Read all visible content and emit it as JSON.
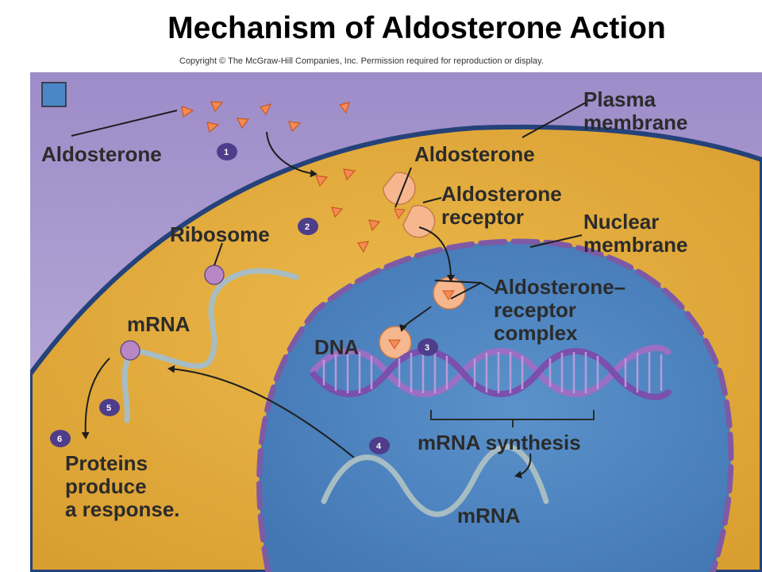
{
  "title": "Mechanism of Aldosterone Action",
  "copyright": "Copyright © The McGraw-Hill Companies, Inc. Permission required for reproduction or display.",
  "labels": {
    "aldosterone_outside": "Aldosterone",
    "plasma_membrane_1": "Plasma",
    "plasma_membrane_2": "membrane",
    "aldosterone_cell": "Aldosterone",
    "receptor_1": "Aldosterone",
    "receptor_2": "receptor",
    "nuclear_membrane_1": "Nuclear",
    "nuclear_membrane_2": "membrane",
    "ribosome": "Ribosome",
    "complex_1": "Aldosterone–",
    "complex_2": "receptor",
    "complex_3": "complex",
    "mrna_cytoplasm": "mRNA",
    "dna": "DNA",
    "mrna_synthesis": "mRNA synthesis",
    "mrna_nucleus": "mRNA",
    "proteins_1": "Proteins",
    "proteins_2": "produce",
    "proteins_3": "a response."
  },
  "steps": [
    "1",
    "2",
    "3",
    "4",
    "5",
    "6"
  ],
  "colors": {
    "extracellular": "#a998cf",
    "cytoplasm": "#e1ad3f",
    "plasma_membrane": "#25427a",
    "nucleus": "#4e84c0",
    "nuclear_membrane": "#7e5aa5",
    "hormone": "#f58a55",
    "receptor": "#f7b78e",
    "ribosome": "#b888c6",
    "mrna": "#a7bdc3",
    "dna": "#9a6fc4",
    "step_badge": "#4d3d8a",
    "corner_square": "#4a86c8"
  }
}
